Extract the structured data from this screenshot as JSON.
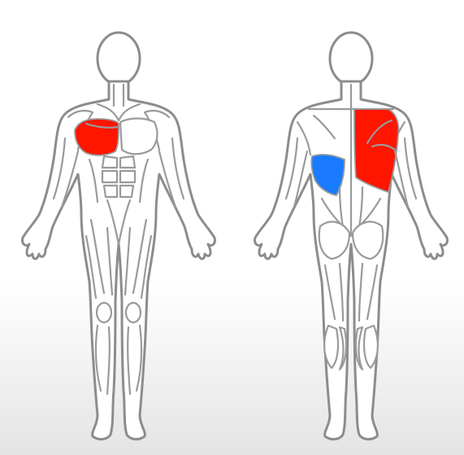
{
  "colors": {
    "primary_muscle": "#ff1500",
    "secondary_muscle": "#1a7bff",
    "outline": "#8c8c8c",
    "background_top": "#ffffff",
    "background_bottom": "#e4e4e4"
  },
  "figures": [
    {
      "view": "front",
      "highlights": [
        {
          "muscle": "chest-left",
          "level": "primary"
        }
      ]
    },
    {
      "view": "back",
      "highlights": [
        {
          "muscle": "lat-left",
          "level": "secondary"
        },
        {
          "muscle": "back-right",
          "level": "primary"
        }
      ]
    }
  ]
}
